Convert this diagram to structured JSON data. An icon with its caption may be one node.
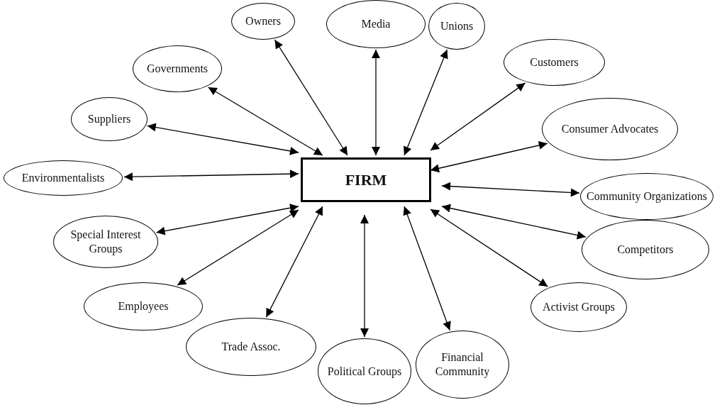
{
  "diagram": {
    "nodes": [
      {
        "text": [
          "FIRM"
        ]
      },
      {
        "text": [
          "Owners"
        ]
      },
      {
        "text": [
          "Media"
        ]
      },
      {
        "text": [
          "Unions"
        ]
      },
      {
        "text": [
          "Customers"
        ]
      },
      {
        "text": [
          "Governments"
        ]
      },
      {
        "text": [
          "Suppliers"
        ]
      },
      {
        "text": [
          "Consumer Advocates"
        ]
      },
      {
        "text": [
          "Environmentalists"
        ]
      },
      {
        "text": [
          "Community Organizations"
        ]
      },
      {
        "text": [
          "Special Interest Groups"
        ]
      },
      {
        "text": [
          "Competitors"
        ]
      },
      {
        "text": [
          "Employees"
        ]
      },
      {
        "text": [
          "Activist Groups"
        ]
      },
      {
        "text": [
          "Trade Assoc."
        ]
      },
      {
        "text": [
          "Financial Community"
        ]
      },
      {
        "text": [
          "Political Groups"
        ]
      }
    ],
    "edges": [
      {
        "from": 0,
        "to": 1,
        "arrow": "both"
      },
      {
        "from": 0,
        "to": 2,
        "arrow": "both"
      },
      {
        "from": 0,
        "to": 3,
        "arrow": "both"
      },
      {
        "from": 0,
        "to": 4,
        "arrow": "both"
      },
      {
        "from": 0,
        "to": 5,
        "arrow": "both"
      },
      {
        "from": 0,
        "to": 6,
        "arrow": "both"
      },
      {
        "from": 0,
        "to": 7,
        "arrow": "both"
      },
      {
        "from": 0,
        "to": 8,
        "arrow": "both"
      },
      {
        "from": 0,
        "to": 9,
        "arrow": "both"
      },
      {
        "from": 0,
        "to": 10,
        "arrow": "both"
      },
      {
        "from": 0,
        "to": 11,
        "arrow": "both"
      },
      {
        "from": 0,
        "to": 12,
        "arrow": "both"
      },
      {
        "from": 0,
        "to": 13,
        "arrow": "both"
      },
      {
        "from": 0,
        "to": 14,
        "arrow": "both"
      },
      {
        "from": 0,
        "to": 15,
        "arrow": "both"
      },
      {
        "from": 0,
        "to": 16,
        "arrow": "both"
      }
    ]
  }
}
